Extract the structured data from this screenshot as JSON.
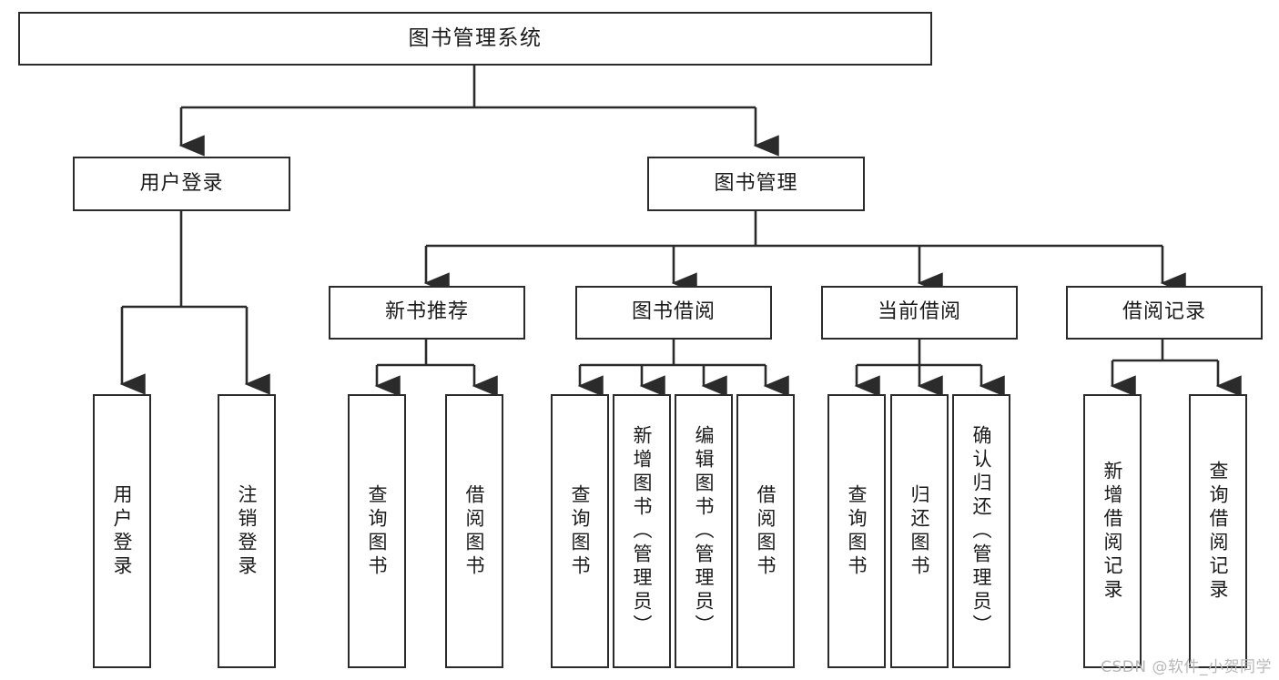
{
  "diagram": {
    "title": "图书管理系统",
    "type": "hierarchical-tree",
    "watermark": "CSDN @软件_小贺同学",
    "colors": {
      "box_border": "#2b2b2b",
      "box_fill": "#ffffff",
      "edge": "#2b2b2b",
      "text": "#1a1a1a",
      "watermark": "#b8b8b8"
    },
    "levels": {
      "root": {
        "label": "图书管理系统"
      },
      "level2": [
        {
          "id": "user-login",
          "label": "用户登录"
        },
        {
          "id": "book-manage",
          "label": "图书管理"
        }
      ],
      "level3": [
        {
          "id": "new-book-rec",
          "label": "新书推荐",
          "parent": "book-manage"
        },
        {
          "id": "book-borrow",
          "label": "图书借阅",
          "parent": "book-manage"
        },
        {
          "id": "current-borrow",
          "label": "当前借阅",
          "parent": "book-manage"
        },
        {
          "id": "borrow-record",
          "label": "借阅记录",
          "parent": "book-manage"
        }
      ],
      "leaves": [
        {
          "id": "leaf-user-login",
          "label": "用户登录",
          "parent": "user-login"
        },
        {
          "id": "leaf-logout",
          "label": "注销登录",
          "parent": "user-login"
        },
        {
          "id": "leaf-query-book-1",
          "label": "查询图书",
          "parent": "new-book-rec"
        },
        {
          "id": "leaf-borrow-book-1",
          "label": "借阅图书",
          "parent": "new-book-rec"
        },
        {
          "id": "leaf-query-book-2",
          "label": "查询图书",
          "parent": "book-borrow"
        },
        {
          "id": "leaf-add-book",
          "label": "新增图书（管理员）",
          "parent": "book-borrow"
        },
        {
          "id": "leaf-edit-book",
          "label": "编辑图书（管理员）",
          "parent": "book-borrow"
        },
        {
          "id": "leaf-borrow-book-2",
          "label": "借阅图书",
          "parent": "book-borrow"
        },
        {
          "id": "leaf-query-book-3",
          "label": "查询图书",
          "parent": "current-borrow"
        },
        {
          "id": "leaf-return-book",
          "label": "归还图书",
          "parent": "current-borrow"
        },
        {
          "id": "leaf-confirm-return",
          "label": "确认归还（管理员）",
          "parent": "current-borrow"
        },
        {
          "id": "leaf-add-record",
          "label": "新增借阅记录",
          "parent": "borrow-record"
        },
        {
          "id": "leaf-query-record",
          "label": "查询借阅记录",
          "parent": "borrow-record"
        }
      ]
    }
  }
}
